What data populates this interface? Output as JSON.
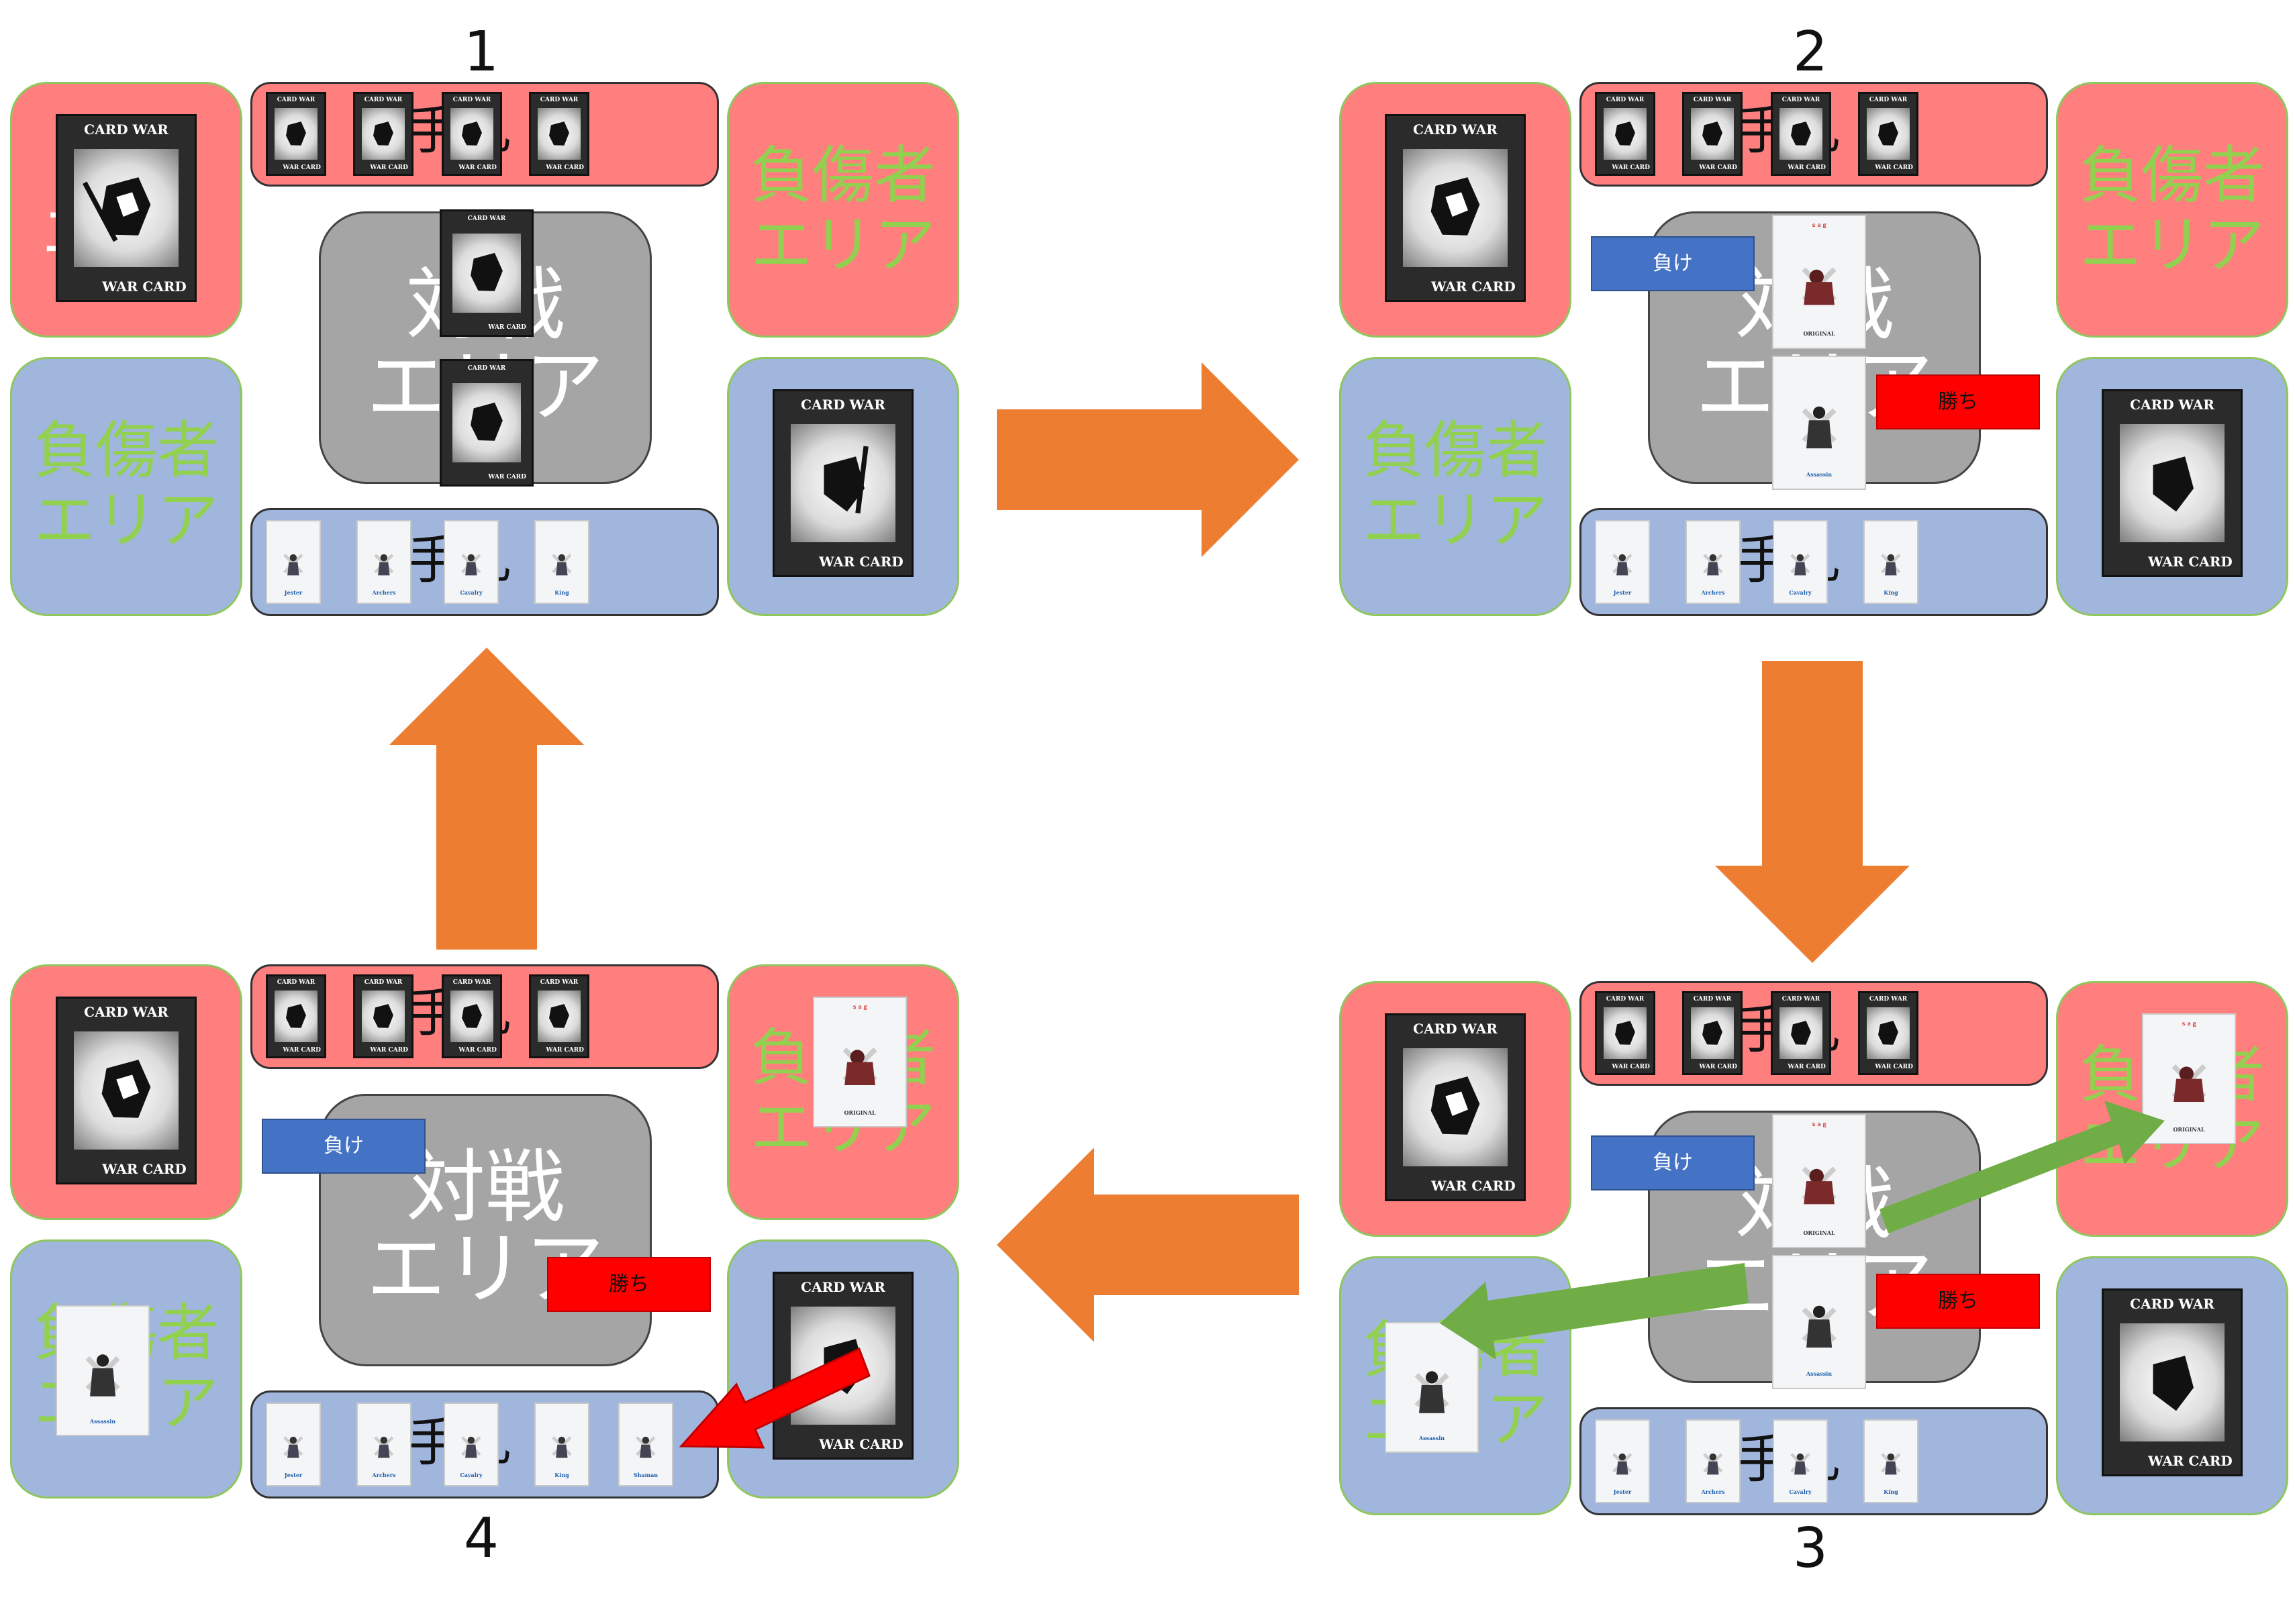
{
  "step_numbers": [
    "1",
    "2",
    "3",
    "4"
  ],
  "labels": {
    "battle_area": "対戦\nエリア",
    "injured_area": "負傷者\nエリア",
    "hand": "手札",
    "deck_hidden": "エ",
    "lose": "負け",
    "win": "勝ち"
  },
  "card_back": {
    "title": "CARD WAR",
    "footer": "WAR CARD"
  },
  "player_cards": [
    "Jester",
    "Archers",
    "Cavalry",
    "King"
  ],
  "step4_extra_card": "Shaman",
  "opponent_played_card": {
    "top": "ｓａｇ",
    "name": "ORIGINAL"
  },
  "player_played_card": {
    "name": "Assassin"
  },
  "colors": {
    "pink_zone": "#ff7f7f",
    "blue_zone": "#a1b6dd",
    "battle_zone": "#a5a5a5",
    "lose_badge": "#4472c4",
    "win_badge": "#ff0000",
    "flow_arrow": "#ed7d31",
    "move_arrow_green": "#70ad47",
    "move_arrow_red": "#ff0000"
  },
  "icons": [
    "knight-icon",
    "shield-icon",
    "arrow-right-icon",
    "arrow-down-icon",
    "arrow-left-icon",
    "arrow-up-icon"
  ]
}
